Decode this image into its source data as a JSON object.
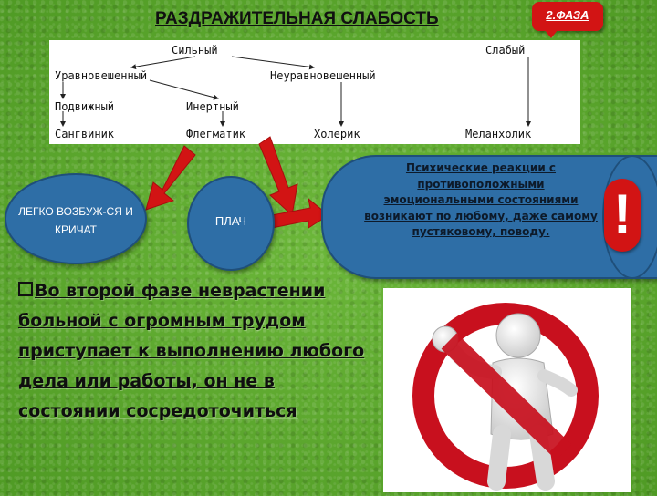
{
  "title": "РАЗДРАЖИТЕЛЬНАЯ СЛАБОСТЬ",
  "phase_badge": "2.ФАЗА",
  "scheme": {
    "strong": "Сильный",
    "weak": "Слабый",
    "balanced": "Уравновешенный",
    "unbalanced": "Неуравновешенный",
    "mobile": "Подвижный",
    "inert": "Инертный",
    "sanguine": "Сангвиник",
    "phlegmatic": "Флегматик",
    "choleric": "Холерик",
    "melancholic": "Меланхолик"
  },
  "symptom_1": "ЛЕГКО ВОЗБУЖ-СЯ И КРИЧАТ",
  "symptom_2": "ПЛАЧ",
  "reactions_text": "Психические реакции с противоположными эмоциональными состояниями возникают по любому, даже самому пустяковому, поводу.",
  "alert_mark": "!",
  "body_text": "Во второй фазе неврастении больной с огромным трудом приступает к выполнению любого дела или работы, он не в состоянии сосредоточиться",
  "colors": {
    "background": "#5aa52b",
    "accent_red": "#d21414",
    "oval_blue": "#2e6ea6"
  }
}
